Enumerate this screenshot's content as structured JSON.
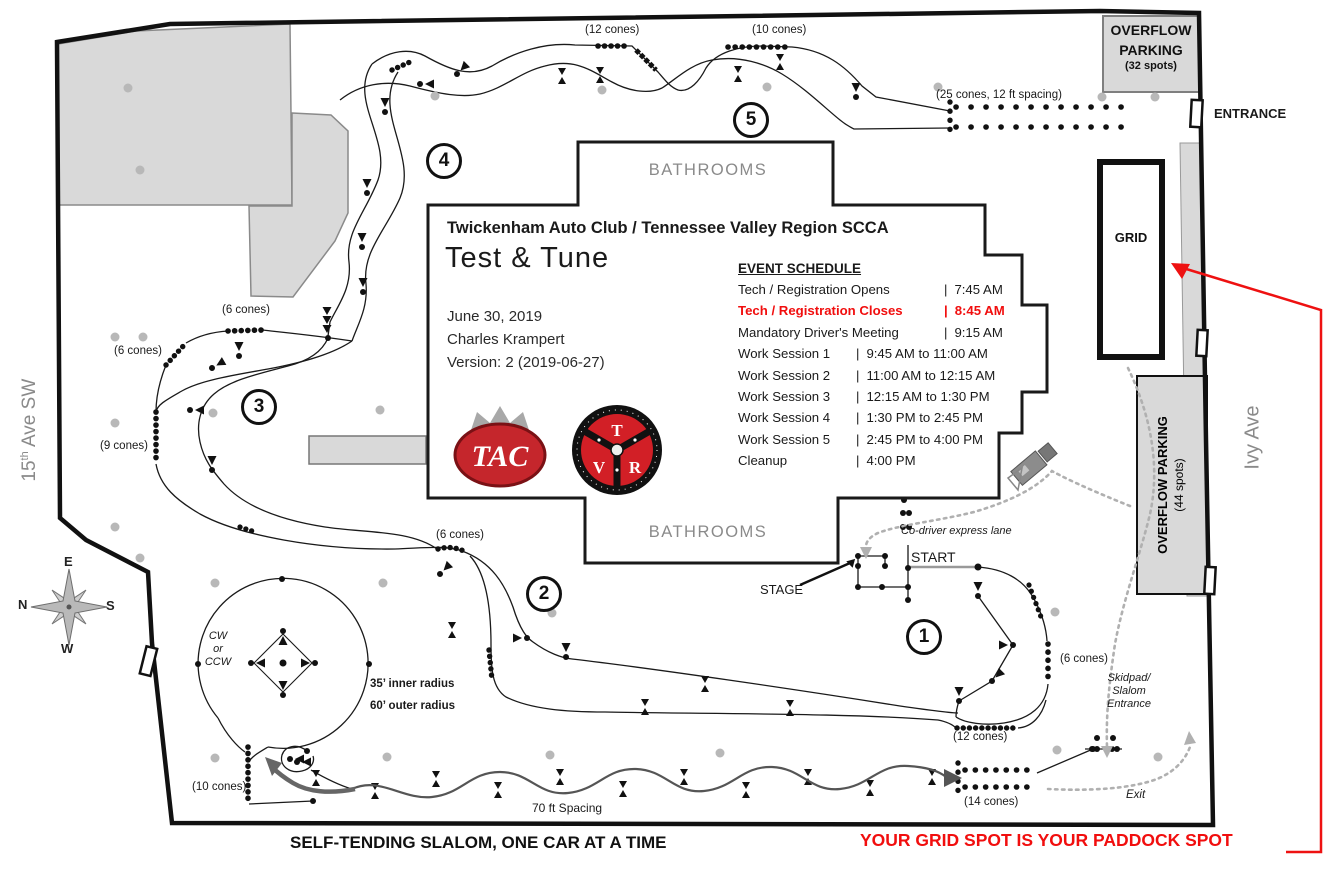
{
  "colors": {
    "accent_red": "#f10e0e",
    "building_gray": "#d9d9d9",
    "muted_gray": "#8a8a8a",
    "dot_gray": "#b8b8b8"
  },
  "info_box": {
    "club_line": "Twickenham Auto Club / Tennessee Valley Region SCCA",
    "event_name": "Test & Tune",
    "date": "June 30, 2019",
    "organizer": "Charles Krampert",
    "version": "Version: 2 (2019-06-27)",
    "schedule_heading": "EVENT SCHEDULE",
    "schedule": [
      {
        "label": "Tech / Registration Opens",
        "sep": "|",
        "time": "7:45 AM"
      },
      {
        "label": "Tech / Registration Closes",
        "sep": "|",
        "time": "8:45 AM"
      },
      {
        "label": "Mandatory Driver's Meeting",
        "sep": "|",
        "time": "9:15 AM"
      },
      {
        "label": "Work Session 1",
        "sep": "|",
        "time": "9:45 AM to 11:00 AM"
      },
      {
        "label": "Work Session 2",
        "sep": "|",
        "time": "11:00 AM to 12:15 AM"
      },
      {
        "label": "Work Session 3",
        "sep": "|",
        "time": "12:15 AM to 1:30 PM"
      },
      {
        "label": "Work Session 4",
        "sep": "|",
        "time": "1:30 PM to 2:45 PM"
      },
      {
        "label": "Work Session 5",
        "sep": "|",
        "time": "2:45 PM to 4:00 PM"
      },
      {
        "label": "Cleanup",
        "sep": "|",
        "time": "4:00 PM"
      }
    ],
    "tac_logo_text": "TAC",
    "tvr_logo": {
      "t": "T",
      "v": "V",
      "r": "R"
    }
  },
  "map": {
    "overflow_top": {
      "line1": "OVERFLOW",
      "line2": "PARKING",
      "spots": "(32 spots)"
    },
    "overflow_right": {
      "line1": "OVERFLOW PARKING",
      "spots": "(44 spots)"
    },
    "entrance": "ENTRANCE",
    "grid": "GRID",
    "ivy_ave": "Ivy Ave",
    "ave_15th": {
      "num": "15",
      "sup": "th",
      "rest": " Ave SW"
    },
    "bathrooms_top": "BATHROOMS",
    "bathrooms_bottom": "BATHROOMS",
    "stage": "STAGE",
    "start": "START",
    "codriver_lane": "Co-driver express lane",
    "skidpad_entrance": [
      "Skidpad/",
      "Slalom",
      "Entrance"
    ],
    "exit": "Exit",
    "skidpad": {
      "rotation": [
        "CW",
        "or",
        "CCW"
      ],
      "inner_radius": "35’ inner radius",
      "outer_radius": "60’ outer radius"
    },
    "slalom_spacing": "70 ft Spacing",
    "slalom_note": "SELF-TENDING SLALOM, ONE CAR AT A TIME",
    "grid_note": "YOUR GRID SPOT IS YOUR PADDOCK SPOT",
    "cone_labels": [
      "(12 cones)",
      "(10 cones)",
      "(25 cones, 12 ft spacing)",
      "(6 cones)",
      "(6 cones)",
      "(9 cones)",
      "(6 cones)",
      "(6 cones)",
      "(12 cones)",
      "(14 cones)",
      "(10 cones)"
    ],
    "sections": [
      "1",
      "2",
      "3",
      "4",
      "5"
    ],
    "compass": {
      "top": "E",
      "left": "N",
      "right": "S",
      "bottom": "W"
    }
  }
}
